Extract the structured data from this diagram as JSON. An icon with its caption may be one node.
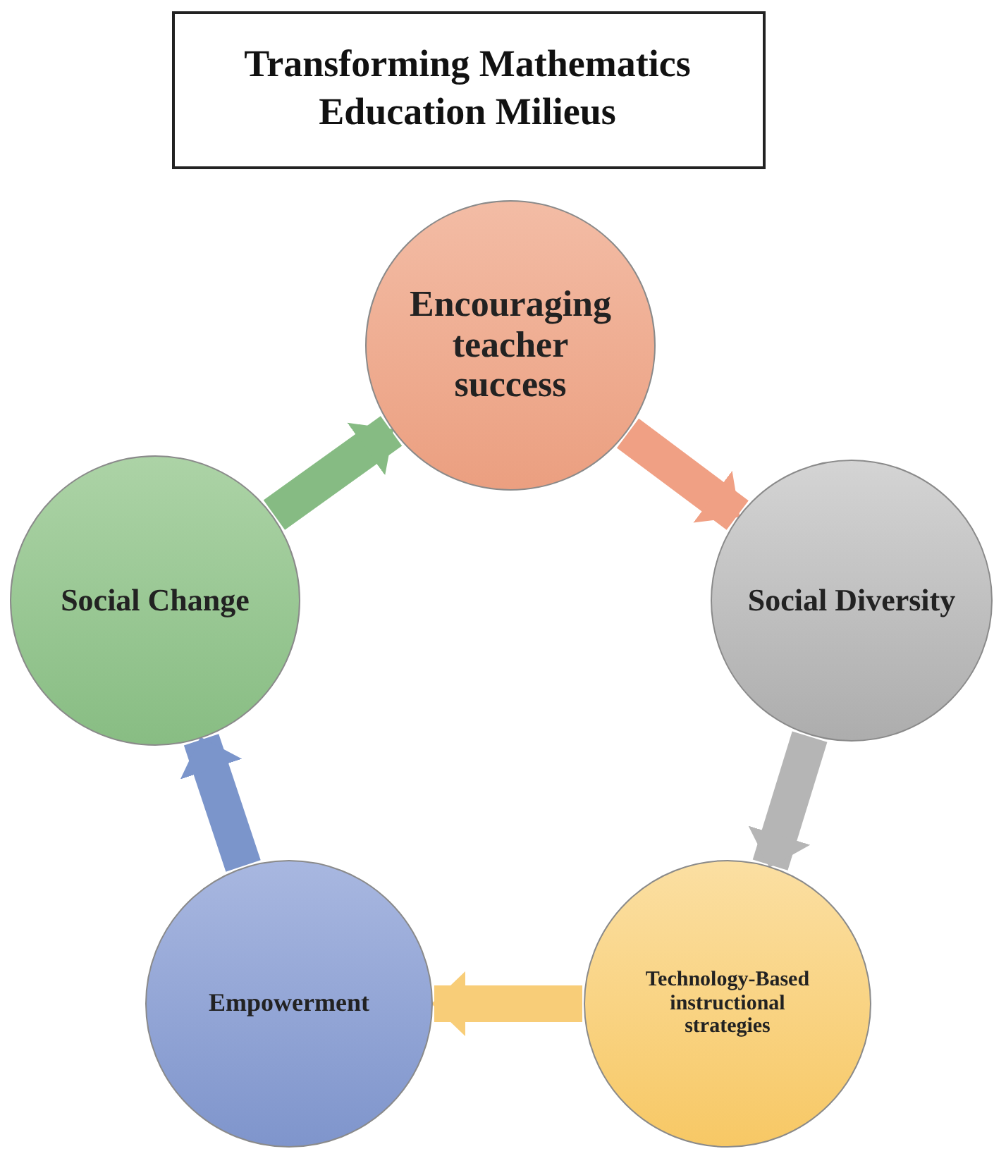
{
  "diagram": {
    "title": "Transforming Mathematics Education Milieus",
    "nodes": [
      {
        "text": [
          "Encouraging teacher success"
        ]
      },
      {
        "text": [
          "Social Diversity"
        ]
      },
      {
        "text": [
          "Technology-Based instructional strategies"
        ]
      },
      {
        "text": [
          "Empowerment"
        ]
      },
      {
        "text": [
          "Social Change"
        ]
      }
    ],
    "edges": [
      {
        "from": 0,
        "to": 1,
        "arrow": "to",
        "color": "#f0a084"
      },
      {
        "from": 1,
        "to": 2,
        "arrow": "to",
        "color": "#b5b5b5"
      },
      {
        "from": 2,
        "to": 3,
        "arrow": "to",
        "color": "#f8cd78"
      },
      {
        "from": 3,
        "to": 4,
        "arrow": "to",
        "color": "#7b95cb"
      },
      {
        "from": 4,
        "to": 0,
        "arrow": "to",
        "color": "#86bb83"
      }
    ]
  }
}
